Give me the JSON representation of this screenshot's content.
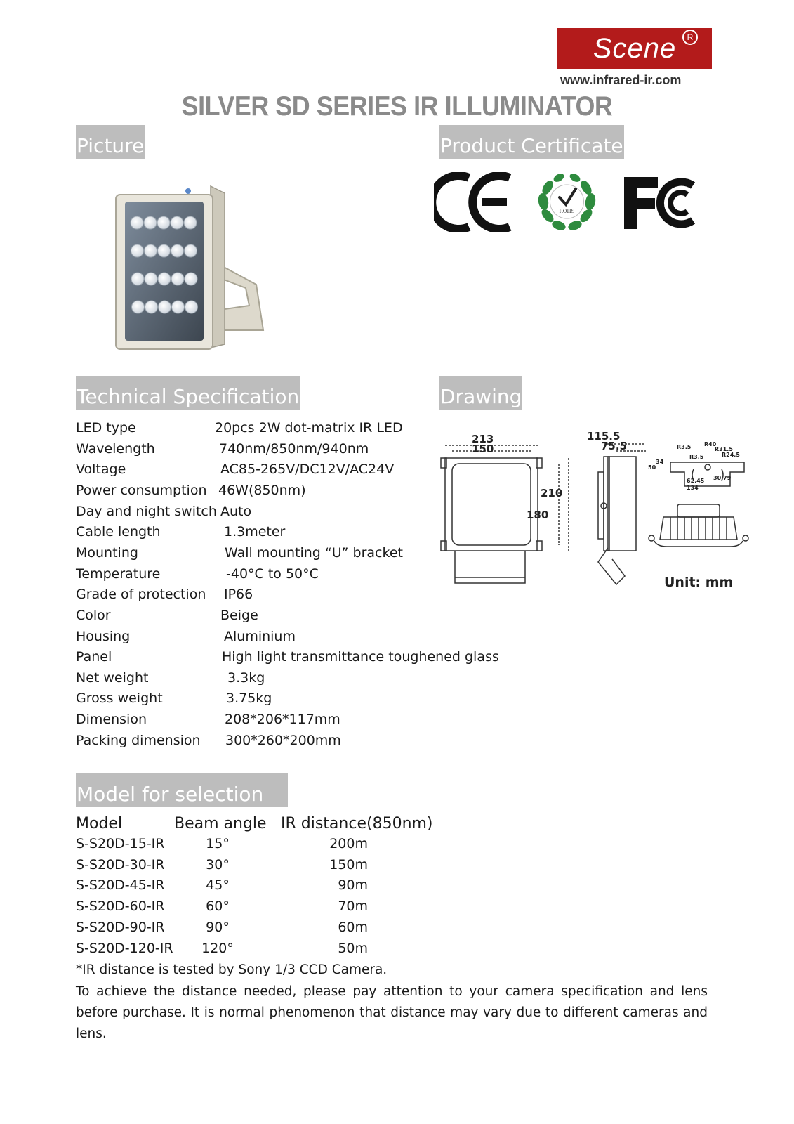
{
  "brand": {
    "name": "Scene",
    "registered_mark": "R",
    "website": "www.infrared-ir.com",
    "color": "#b31b1b"
  },
  "title": "SILVER SD SERIES IR ILLUMINATOR",
  "sections": {
    "picture": "Picture",
    "certificate": "Product Certificate",
    "tech_spec": "Technical Specification",
    "drawing": "Drawing",
    "models": "Model for selection"
  },
  "certificates": [
    {
      "icon": "ce-mark-icon",
      "text": "CE"
    },
    {
      "icon": "rohs-icon",
      "text": "ROHS"
    },
    {
      "icon": "fcc-icon",
      "text": "FC"
    }
  ],
  "specs": [
    {
      "label": "LED type",
      "value": "20pcs 2W dot-matrix IR LED"
    },
    {
      "label": "Wavelength",
      "value": "740nm/850nm/940nm"
    },
    {
      "label": "Voltage",
      "value": "AC85-265V/DC12V/AC24V"
    },
    {
      "label": "Power consumption",
      "value": "46W(850nm)"
    },
    {
      "label": "Day and night switch",
      "value": "Auto"
    },
    {
      "label": "Cable length",
      "value": "1.3meter"
    },
    {
      "label": "Mounting",
      "value": "Wall mounting “U” bracket"
    },
    {
      "label": "Temperature",
      "value": "-40°C to 50°C"
    },
    {
      "label": "Grade of protection",
      "value": "IP66"
    },
    {
      "label": "Color",
      "value": "Beige"
    },
    {
      "label": "Housing",
      "value": "Aluminium"
    },
    {
      "label": "Panel",
      "value": "High light transmittance toughened glass"
    },
    {
      "label": "Net weight",
      "value": "3.3kg"
    },
    {
      "label": "Gross weight",
      "value": "3.75kg"
    },
    {
      "label": "Dimension",
      "value": "208*206*117mm"
    },
    {
      "label": "Packing dimension",
      "value": "300*260*200mm"
    }
  ],
  "drawing": {
    "front_dims": {
      "outer_width": "213",
      "inner_width": "150",
      "outer_height": "210",
      "inner_height": "180"
    },
    "side_dims": {
      "outer_depth": "115.5",
      "inner_depth": "75.5"
    },
    "bracket_dims": {
      "r1": "R3.5",
      "r2": "R40",
      "r3": "R31.5",
      "r4": "R24.5",
      "r5": "R3.5",
      "h1": "50",
      "h2": "34",
      "w1": "62.45",
      "w2": "30.79",
      "w3": "134"
    },
    "unit": "Unit: mm"
  },
  "models": {
    "headers": {
      "model": "Model",
      "beam": "Beam angle",
      "distance": "IR distance(850nm)"
    },
    "rows": [
      {
        "model": "S-S20D-15-IR",
        "beam": "15°",
        "distance": "200m"
      },
      {
        "model": "S-S20D-30-IR",
        "beam": "30°",
        "distance": "150m"
      },
      {
        "model": "S-S20D-45-IR",
        "beam": "45°",
        "distance": "90m"
      },
      {
        "model": "S-S20D-60-IR",
        "beam": "60°",
        "distance": "70m"
      },
      {
        "model": "S-S20D-90-IR",
        "beam": "90°",
        "distance": "60m"
      },
      {
        "model": "S-S20D-120-IR",
        "beam": "120°",
        "distance": "50m"
      }
    ]
  },
  "note": "*IR distance is tested by Sony 1/3 CCD Camera.",
  "paragraph": "To achieve the distance needed, please pay attention to your camera specification and lens before purchase. It is normal phenomenon that distance may vary due to different cameras and lens."
}
